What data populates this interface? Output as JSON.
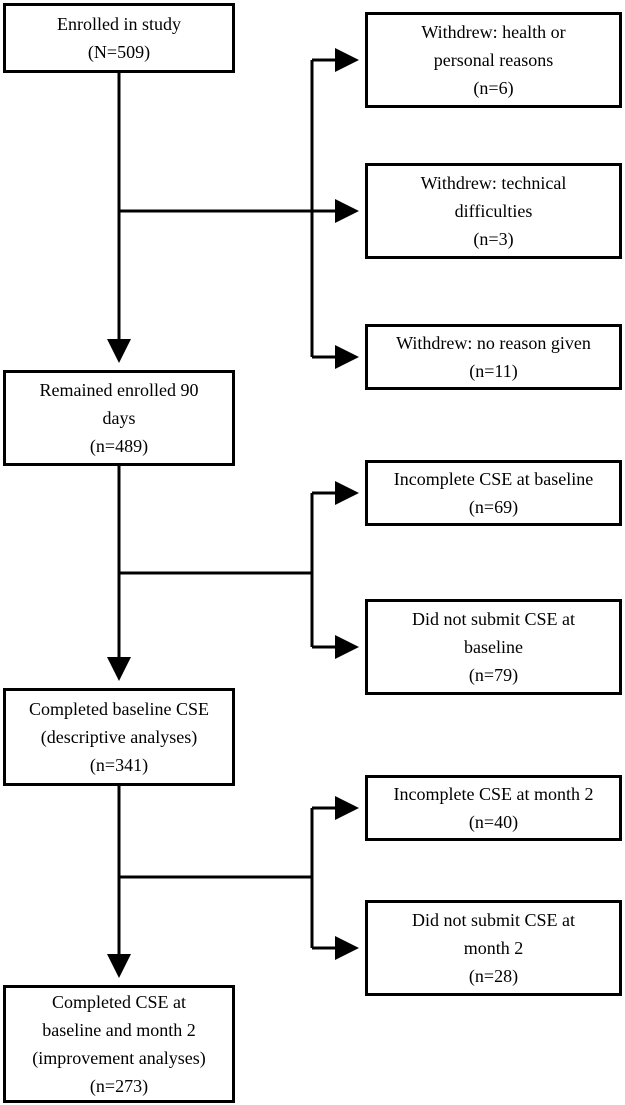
{
  "main_boxes": {
    "enrolled": {
      "lines": [
        "Enrolled in study"
      ],
      "count": "(N=509)"
    },
    "remained": {
      "lines": [
        "Remained enrolled 90",
        "days"
      ],
      "count": "(n=489)"
    },
    "baseline": {
      "lines": [
        "Completed baseline CSE",
        "(descriptive analyses)"
      ],
      "count": "(n=341)"
    },
    "final": {
      "lines": [
        "Completed CSE at",
        "baseline and month 2",
        "(improvement analyses)"
      ],
      "count": "(n=273)"
    }
  },
  "exclusion_boxes": {
    "withdrew_health": {
      "lines": [
        "Withdrew: health or",
        "personal reasons"
      ],
      "count": "(n=6)"
    },
    "withdrew_technical": {
      "lines": [
        "Withdrew: technical",
        "difficulties"
      ],
      "count": "(n=3)"
    },
    "withdrew_no_reason": {
      "lines": [
        "Withdrew: no reason given"
      ],
      "count": "(n=11)"
    },
    "incomplete_baseline": {
      "lines": [
        "Incomplete CSE at baseline"
      ],
      "count": "(n=69)"
    },
    "not_submitted_baseline": {
      "lines": [
        "Did not submit CSE at",
        "baseline"
      ],
      "count": "(n=79)"
    },
    "incomplete_month2": {
      "lines": [
        "Incomplete CSE at month 2"
      ],
      "count": "(n=40)"
    },
    "not_submitted_month2": {
      "lines": [
        "Did not submit CSE at",
        "month 2"
      ],
      "count": "(n=28)"
    }
  },
  "colors": {
    "stroke": "#000000",
    "background": "#ffffff"
  }
}
